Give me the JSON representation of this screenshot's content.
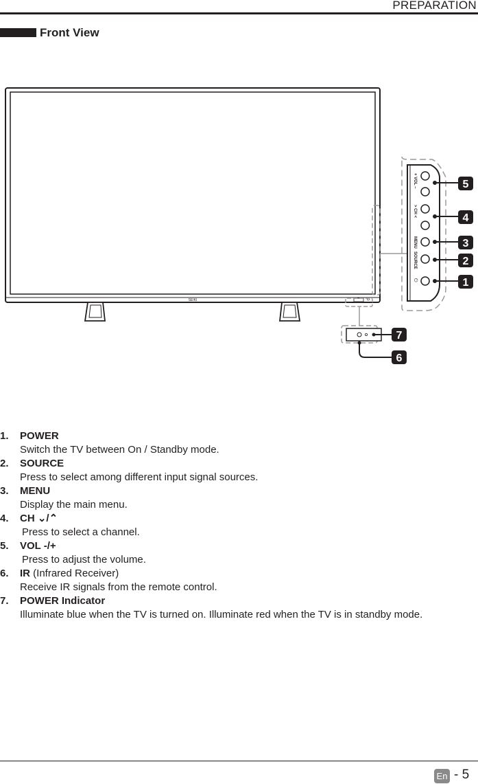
{
  "header": {
    "section": "PREPARATION"
  },
  "section_title": "Front View",
  "figure": {
    "tv_brand": "SEIKI",
    "panel_labels": {
      "vol": "+ VOL –",
      "ch": "> CH <",
      "menu": "MENU",
      "source": "SOURCE",
      "power_symbol": "⏻"
    },
    "callouts": [
      "5",
      "4",
      "3",
      "2",
      "1",
      "7",
      "6"
    ]
  },
  "items": [
    {
      "num": "1.",
      "name": "POWER",
      "extra": "",
      "desc": "Switch the TV between On / Standby mode."
    },
    {
      "num": "2.",
      "name": "SOURCE",
      "extra": "",
      "desc": "Press to select among different input signal sources."
    },
    {
      "num": "3.",
      "name": "MENU",
      "extra": "",
      "desc": "Display the main menu."
    },
    {
      "num": "4.",
      "name": "CH ⌄/⌃",
      "extra": "",
      "desc": "Press to select a channel."
    },
    {
      "num": "5.",
      "name": "VOL -/+",
      "extra": "",
      "desc": "Press to adjust the volume."
    },
    {
      "num": "6.",
      "name": "IR",
      "extra": " (Infrared Receiver)",
      "desc": "Receive IR signals from the remote control."
    },
    {
      "num": "7.",
      "name": "POWER Indicator",
      "extra": "",
      "desc": "Illuminate blue when the TV is turned on. Illuminate red when the TV is in standby mode."
    }
  ],
  "footer": {
    "lang": "En",
    "page": "- 5"
  }
}
